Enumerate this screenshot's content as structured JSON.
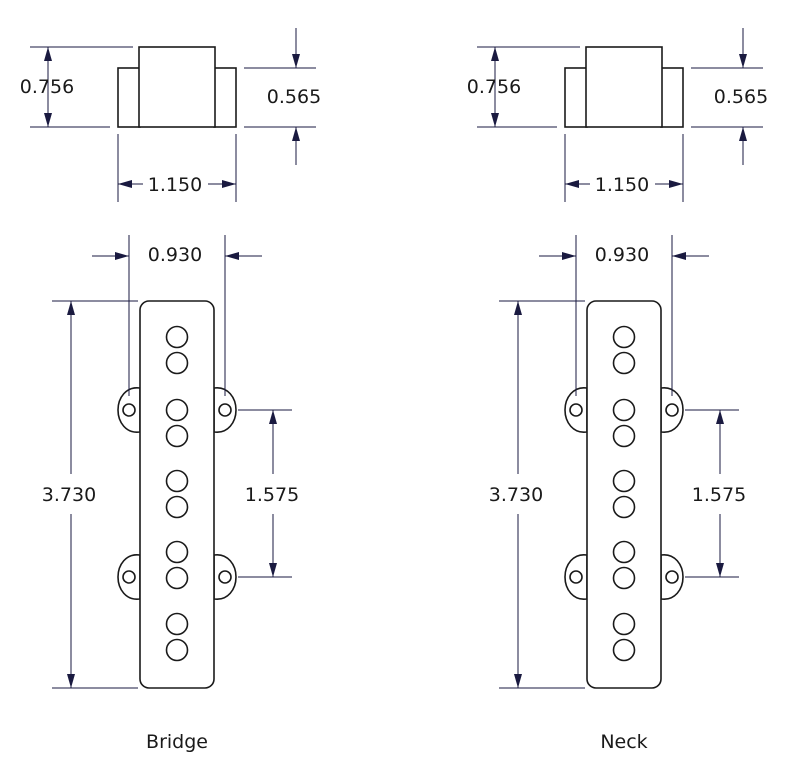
{
  "pickups": [
    {
      "name": "Bridge",
      "dims": {
        "height_total": "0.756",
        "height_body": "0.565",
        "width_top": "1.150",
        "mount_spacing": "0.930",
        "length": "3.730",
        "screw_spacing": "1.575"
      }
    },
    {
      "name": "Neck",
      "dims": {
        "height_total": "0.756",
        "height_body": "0.565",
        "width_top": "1.150",
        "mount_spacing": "0.930",
        "length": "3.730",
        "screw_spacing": "1.575"
      }
    }
  ]
}
